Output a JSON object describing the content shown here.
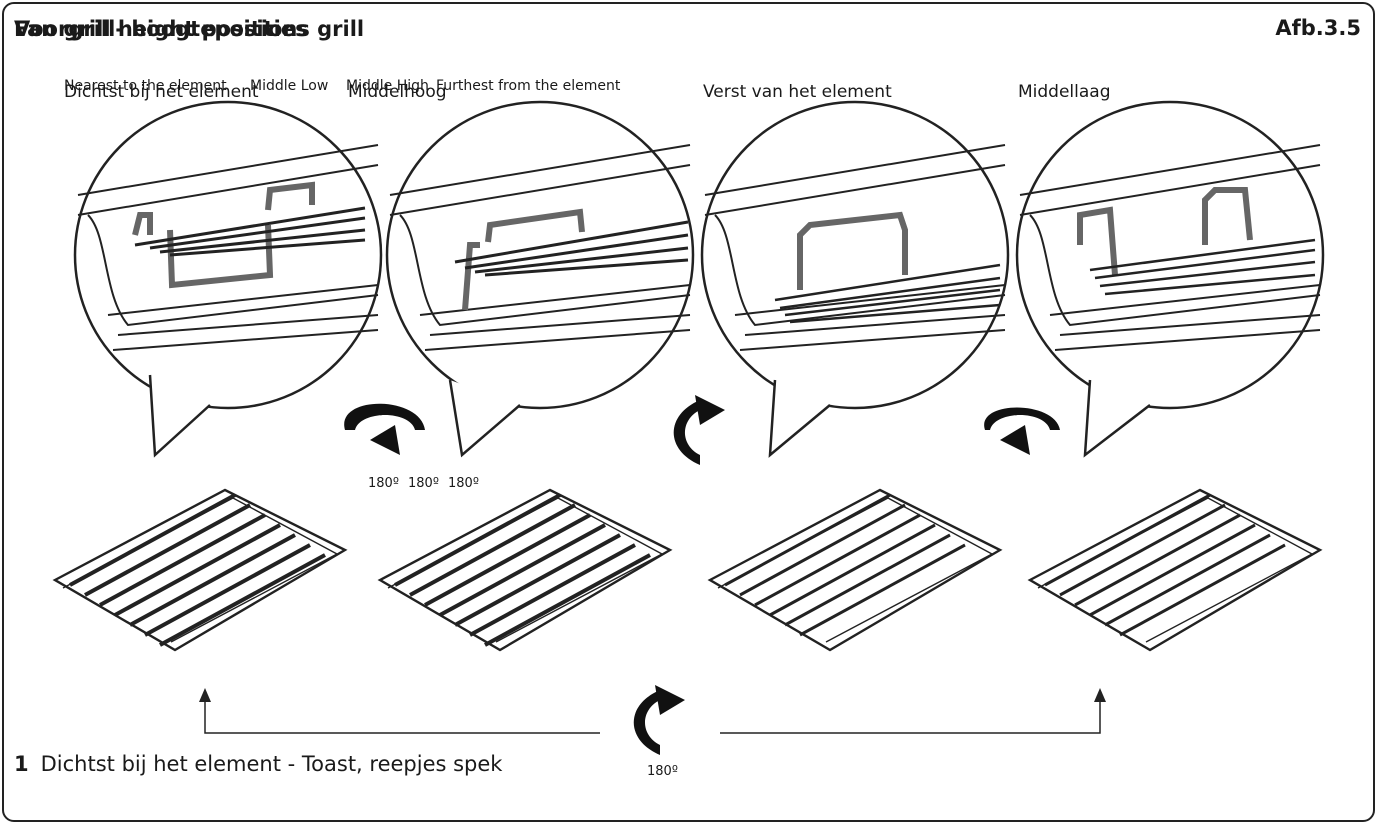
{
  "header": {
    "title_nl": "Voorgrill- hoogteposities",
    "title_en": "Fan grill height positions grill",
    "figure": "Afb.3.5"
  },
  "positions_nl": {
    "p1": "Dichtst bij het element",
    "p2": "Middelhoog",
    "p3": "Verst van het element",
    "p4": "Middellaag"
  },
  "positions_en": {
    "p1": "Nearest to the element",
    "p2": "Middle Low",
    "p3": "Middle High",
    "p4": "Furthest from the element"
  },
  "rotation": {
    "a": "180º",
    "b": "180º",
    "c": "180º",
    "bottom": "180º"
  },
  "steps": {
    "s1_num": "1",
    "s1_text": "Dichtst bij het element - Toast, reepjes spek"
  }
}
